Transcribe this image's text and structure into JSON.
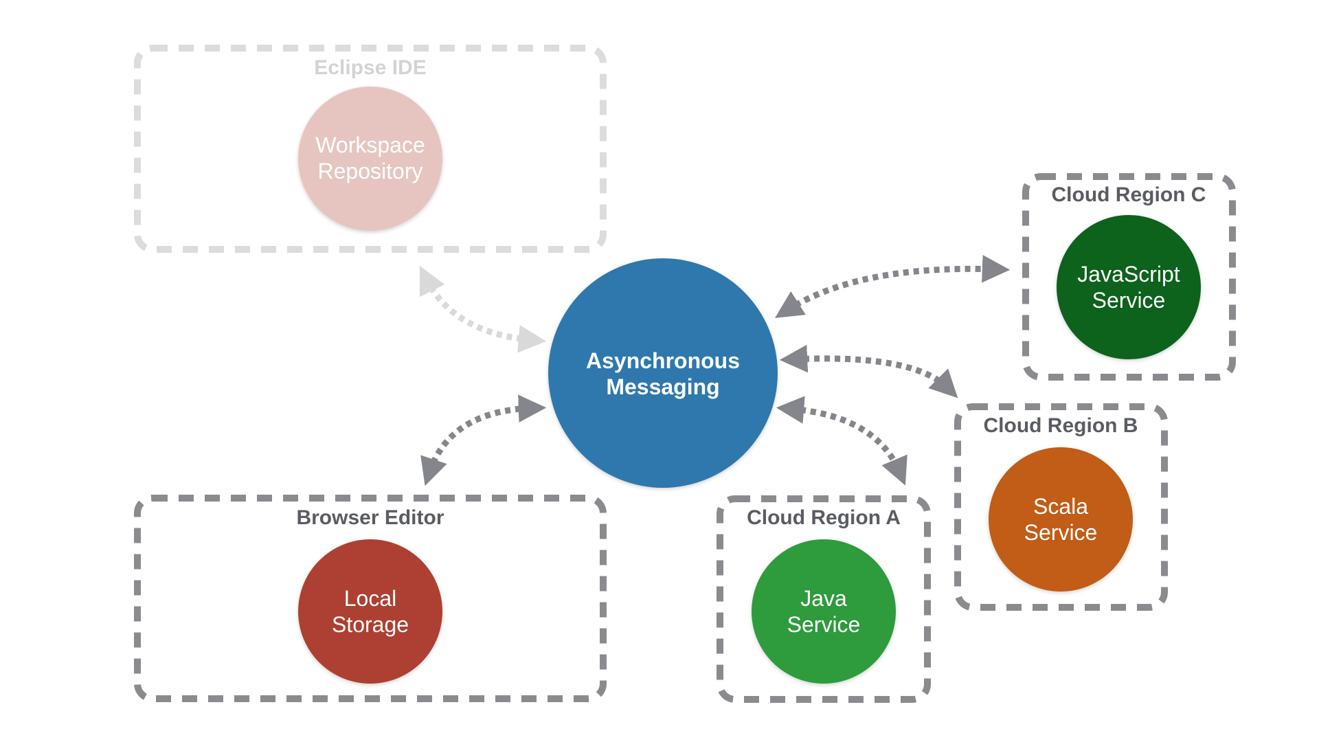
{
  "colors": {
    "border": "#8a8b8f",
    "border_faded": "#dcdcdc",
    "title": "#5a5c62",
    "title_faded": "#d3d3d3",
    "hub": "#2e78ad",
    "workspace": "#e6c5c0",
    "local_storage": "#ad3f31",
    "java": "#2f9b3e",
    "scala": "#c15d12",
    "javascript": "#11621a",
    "arrow": "#85868b",
    "arrow_faded": "#d9d9d9"
  },
  "hub": {
    "line1": "Asynchronous",
    "line2": "Messaging"
  },
  "groups": {
    "eclipse": {
      "title": "Eclipse IDE",
      "node": {
        "line1": "Workspace",
        "line2": "Repository"
      }
    },
    "browser": {
      "title": "Browser Editor",
      "node": {
        "line1": "Local",
        "line2": "Storage"
      }
    },
    "region_a": {
      "title": "Cloud Region A",
      "node": {
        "line1": "Java",
        "line2": "Service"
      }
    },
    "region_b": {
      "title": "Cloud Region B",
      "node": {
        "line1": "Scala",
        "line2": "Service"
      }
    },
    "region_c": {
      "title": "Cloud Region C",
      "node": {
        "line1": "JavaScript",
        "line2": "Service"
      }
    }
  }
}
